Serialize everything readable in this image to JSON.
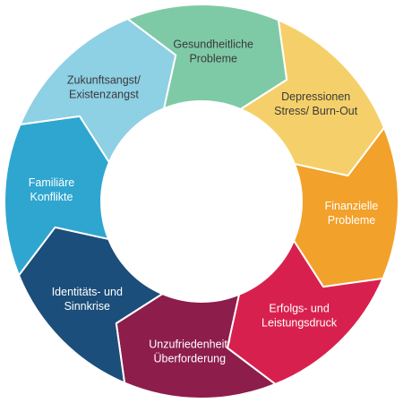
{
  "segments": [
    {
      "lines": [
        "Gesundheitliche",
        "Probleme"
      ],
      "color": "#7fcaa6",
      "text_color": "#3a3a3a"
    },
    {
      "lines": [
        "Depressionen",
        "Stress/ Burn-Out"
      ],
      "color": "#f5d06a",
      "text_color": "#3a3a3a"
    },
    {
      "lines": [
        "Finanzielle",
        "Probleme"
      ],
      "color": "#f2a12b",
      "text_color": "#ffffff"
    },
    {
      "lines": [
        "Erfolgs- und",
        "Leistungsdruck"
      ],
      "color": "#d8204e",
      "text_color": "#ffffff"
    },
    {
      "lines": [
        "Unzufriedenheit/",
        "Überforderung"
      ],
      "color": "#8d1d4b",
      "text_color": "#ffffff"
    },
    {
      "lines": [
        "Identitäts- und",
        "Sinnkrise"
      ],
      "color": "#1b4e7a",
      "text_color": "#ffffff"
    },
    {
      "lines": [
        "Familiäre",
        "Konflikte"
      ],
      "color": "#2fa6cf",
      "text_color": "#ffffff"
    },
    {
      "lines": [
        "Zukunftsangst/",
        "Existenzangst"
      ],
      "color": "#8ed0e4",
      "text_color": "#3a3a3a"
    }
  ]
}
